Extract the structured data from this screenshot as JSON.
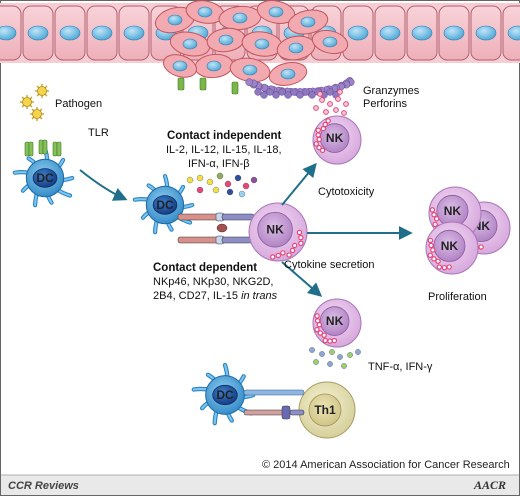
{
  "labels": {
    "pathogen": "Pathogen",
    "tlr": "TLR",
    "dc": "DC",
    "nk": "NK",
    "th1": "Th1",
    "granzymes": "Granzymes",
    "perforins": "Perforins",
    "contact_independent": "Contact independent",
    "ci_line1": "IL-2, IL-12, IL-15, IL-18,",
    "ci_line2": "IFN-α, IFN-β",
    "cytotoxicity": "Cytotoxicity",
    "contact_dependent": "Contact dependent",
    "cd_line1": "NKp46, NKp30, NKG2D,",
    "cd_line2": "2B4, CD27, IL-15",
    "cd_in_trans": "in trans",
    "cytokine_secretion": "Cytokine secretion",
    "proliferation": "Proliferation",
    "tnf": "TNF-α, IFN-γ"
  },
  "copyright": "© 2014 American Association for Cancer Research",
  "footer": {
    "journal": "CCR Reviews",
    "logo": "AACR"
  },
  "colors": {
    "endothelium": "#f4c2ca",
    "nucleus": "#7fc4e6",
    "tumor": "#f0a6ad",
    "dc": "#4aa6dc",
    "dc_nucleus": "#1f5aa8",
    "nk_outer": "#e6c4e8",
    "nk_inner": "#c99ad6",
    "granule": "#e8457a",
    "th1": "#e4dfb6",
    "arrow": "#1f6f8b"
  }
}
